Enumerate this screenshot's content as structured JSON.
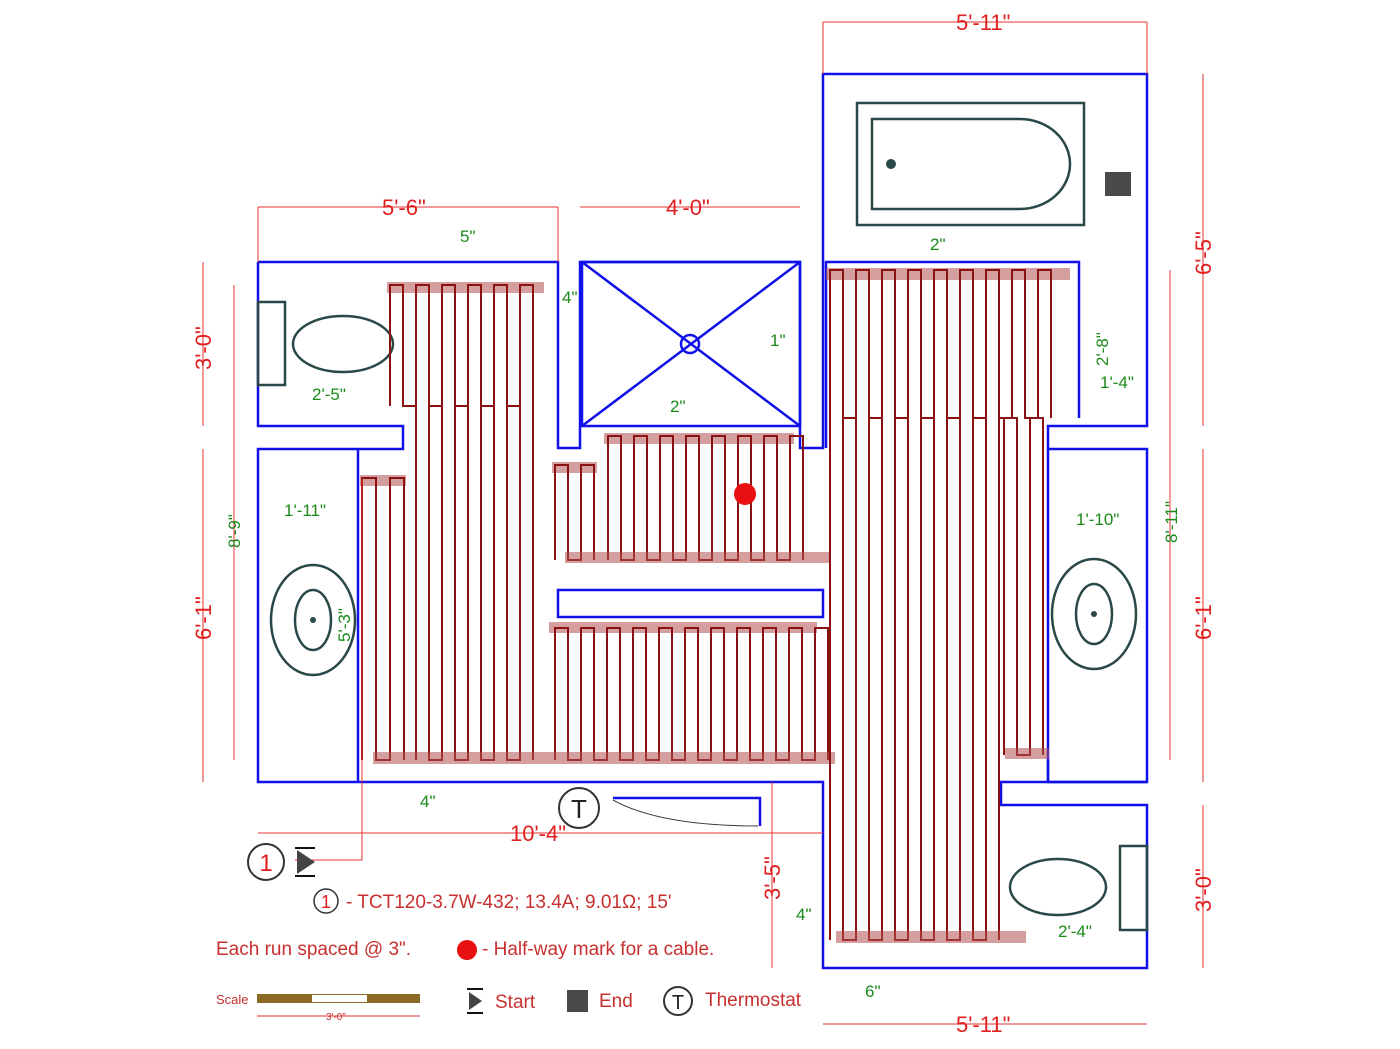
{
  "dimensions": {
    "top_left": "5'-6\"",
    "top_mid": "4'-0\"",
    "top_right": "5'-11\"",
    "right_upper": "6'-5\"",
    "left_upper": "3'-0\"",
    "left_lower": "6'-1\"",
    "left_inner": "8'-9\"",
    "right_inner": "8'-11\"",
    "right_mid": "6'-1\"",
    "bottom_left": "10'-4\"",
    "bottom_mid": "3'-5\"",
    "right_lower": "3'-0\"",
    "bottom_right": "5'-11\""
  },
  "offsets": {
    "a": "5\"",
    "b": "4\"",
    "c": "2'-5\"",
    "d": "1\"",
    "e": "2\"",
    "f": "2\"",
    "g": "2'-8\"",
    "h": "1'-4\"",
    "i": "1'-11\"",
    "j": "5'-3\"",
    "k": "1'-10\"",
    "l": "4\"",
    "m": "4\"",
    "n": "2'-4\"",
    "o": "6\""
  },
  "cable": {
    "number": "1",
    "spec": "- TCT120-3.7W-432; 13.4A; 9.01Ω; 15'"
  },
  "notes": {
    "spacing": "Each run spaced @ 3\".",
    "halfway": "- Half-way mark for a cable."
  },
  "thermostat_symbol": "T",
  "legend": {
    "scale": "Scale",
    "scale_length": "3'-0\"",
    "start": "Start",
    "end": "End",
    "thermostat": "Thermostat"
  },
  "colors": {
    "wall": "#1010e8",
    "cable": "#8b1212",
    "dimension": "#e02020",
    "offset": "#1a8a1a"
  }
}
